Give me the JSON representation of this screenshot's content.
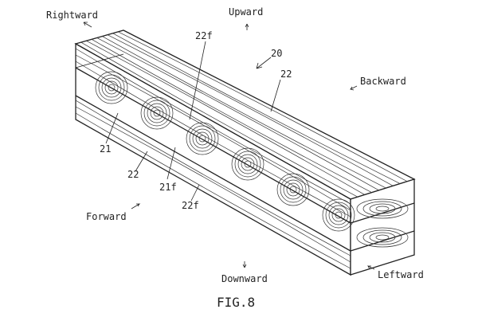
{
  "labels": {
    "rightward": "Rightward",
    "upward": "Upward",
    "ref_22f_top": "22f",
    "ref_20": "20",
    "ref_22_top": "22",
    "backward": "Backward",
    "ref_21": "21",
    "ref_22_front": "22",
    "ref_21f": "21f",
    "ref_22f_bottom": "22f",
    "forward": "Forward",
    "downward": "Downward",
    "leftward": "Leftward"
  },
  "caption": "FIG.8"
}
